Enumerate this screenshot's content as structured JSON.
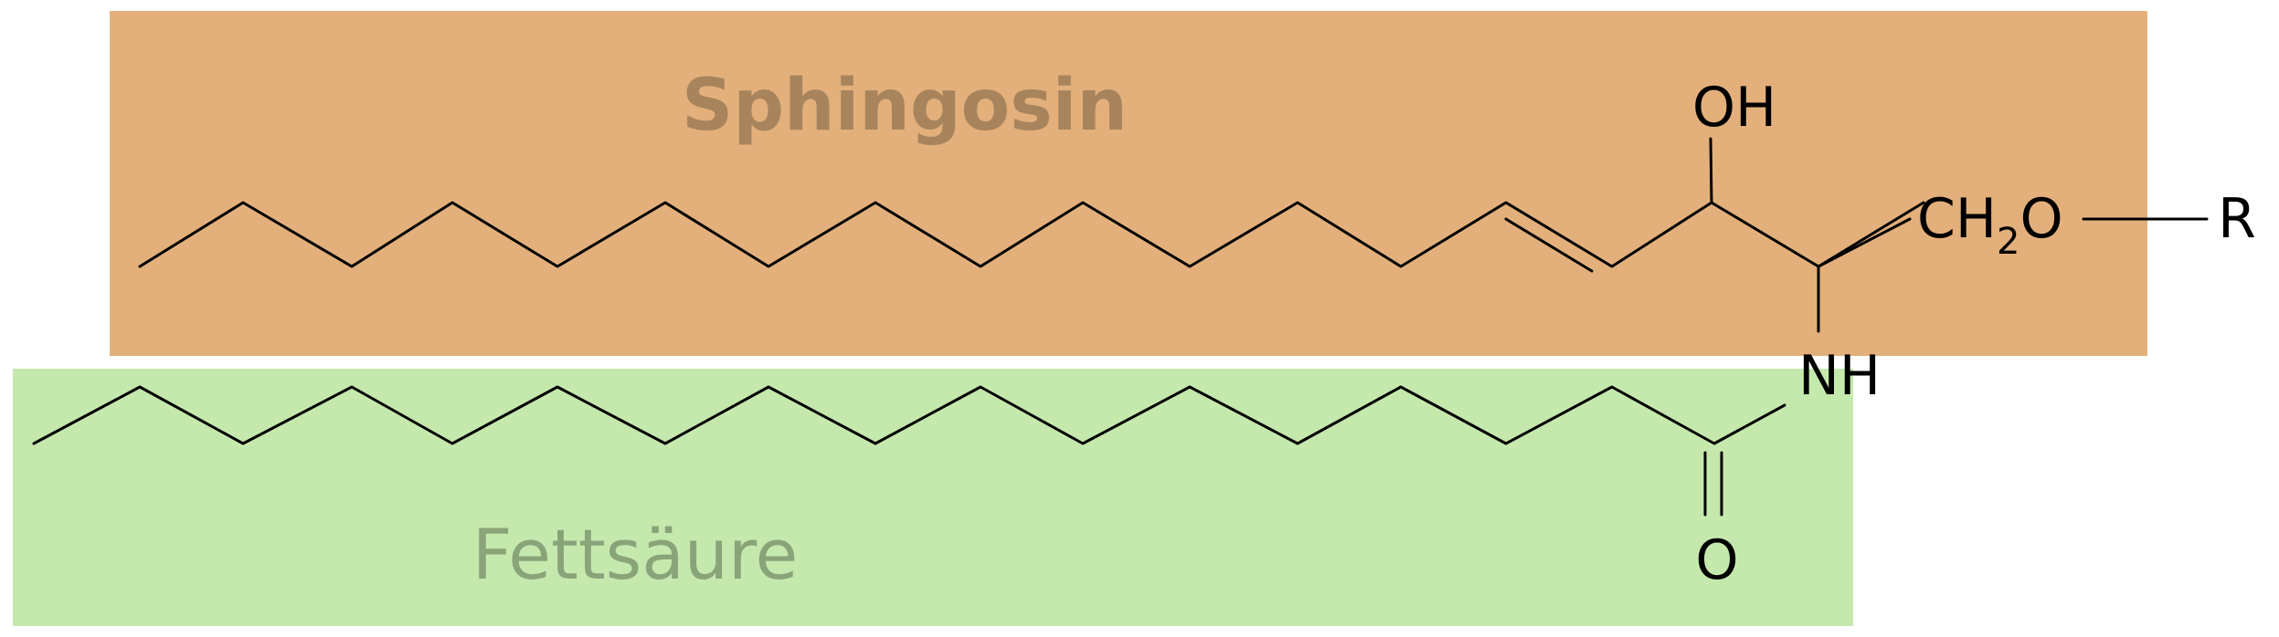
{
  "colors": {
    "sphingosin_box": "#e3b07c",
    "sphingosin_label": "#a8845c",
    "fatty_acid_box": "#c5e9ad",
    "fatty_acid_label": "#8aa47a",
    "bond": "#000000"
  },
  "regions": {
    "sphingosin_label": "Sphingosin",
    "fatty_acid_label": "Fettsäure"
  },
  "atoms": {
    "hydroxyl": "OH",
    "ch2o_c": "CH",
    "ch2o_sub": "2",
    "ch2o_o": "O",
    "r_group": "R",
    "amide_nh": "NH",
    "carbonyl_o": "O"
  }
}
